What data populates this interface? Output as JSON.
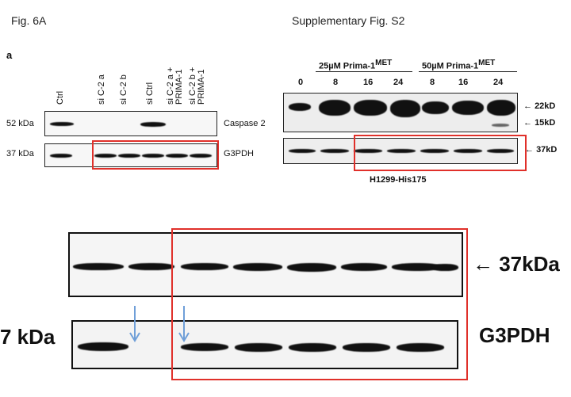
{
  "fig6a": {
    "caption": "Fig. 6A",
    "panel_letter": "a",
    "lanes": [
      "Ctrl",
      "si C-2 a",
      "si C-2 b",
      "si Ctrl",
      "si C-2 a + PRIMA-1",
      "si C-2 b + PRIMA-1"
    ],
    "caspase_kda": "52 kDa",
    "caspase_label": "Caspase 2",
    "g3pdh_kda": "37 kDa",
    "g3pdh_label": "G3PDH"
  },
  "figS2": {
    "caption": "Supplementary Fig. S2",
    "group1": "25µM Prima-1",
    "group2": "50µM Prima-1",
    "superscript": "MET",
    "timepoints": [
      "0",
      "8",
      "16",
      "24",
      "8",
      "16",
      "24"
    ],
    "marker_22": "22kD",
    "marker_15": "15kD",
    "marker_37": "37kD",
    "cell_line": "H1299-His175"
  },
  "zoom": {
    "marker_top": "← 37kDa",
    "left_label": "7 kDa",
    "right_label": "G3PDH"
  },
  "colors": {
    "highlight": "#e0302a",
    "arrow": "#6f9fd8"
  }
}
